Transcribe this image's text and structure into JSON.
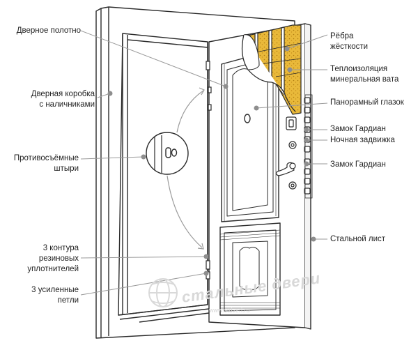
{
  "labels_left": [
    {
      "id": "door-leaf",
      "text": "Дверное полотно"
    },
    {
      "id": "door-frame",
      "text": "Дверная коробка\nс наличниками"
    },
    {
      "id": "anti-removal-pins",
      "text": "Противосъёмные\nштыри"
    },
    {
      "id": "rubber-seals",
      "text": "3 контура\nрезиновых\nуплотнителей"
    },
    {
      "id": "reinforced-hinges",
      "text": "3 усиленные\nпетли"
    }
  ],
  "labels_right": [
    {
      "id": "stiffening-ribs",
      "text": "Рёбра\nжёсткости"
    },
    {
      "id": "insulation",
      "text": "Теплоизоляция\nминеральная вата"
    },
    {
      "id": "peephole",
      "text": "Панорамный глазок"
    },
    {
      "id": "lock-guardian-top",
      "text": "Замок Гардиан"
    },
    {
      "id": "night-latch",
      "text": "Ночная задвижка"
    },
    {
      "id": "lock-guardian-bottom",
      "text": "Замок Гардиан"
    },
    {
      "id": "steel-sheet",
      "text": "Стальной лист"
    }
  ],
  "watermark": {
    "text": "стальные двери",
    "url": "www.stdveri.ru"
  },
  "colors": {
    "line": "#2a2a2a",
    "leader": "#9a9a9a",
    "dot": "#8e8e8e",
    "insulation": "#e9b93a",
    "insulation_dark": "#b07d12"
  }
}
